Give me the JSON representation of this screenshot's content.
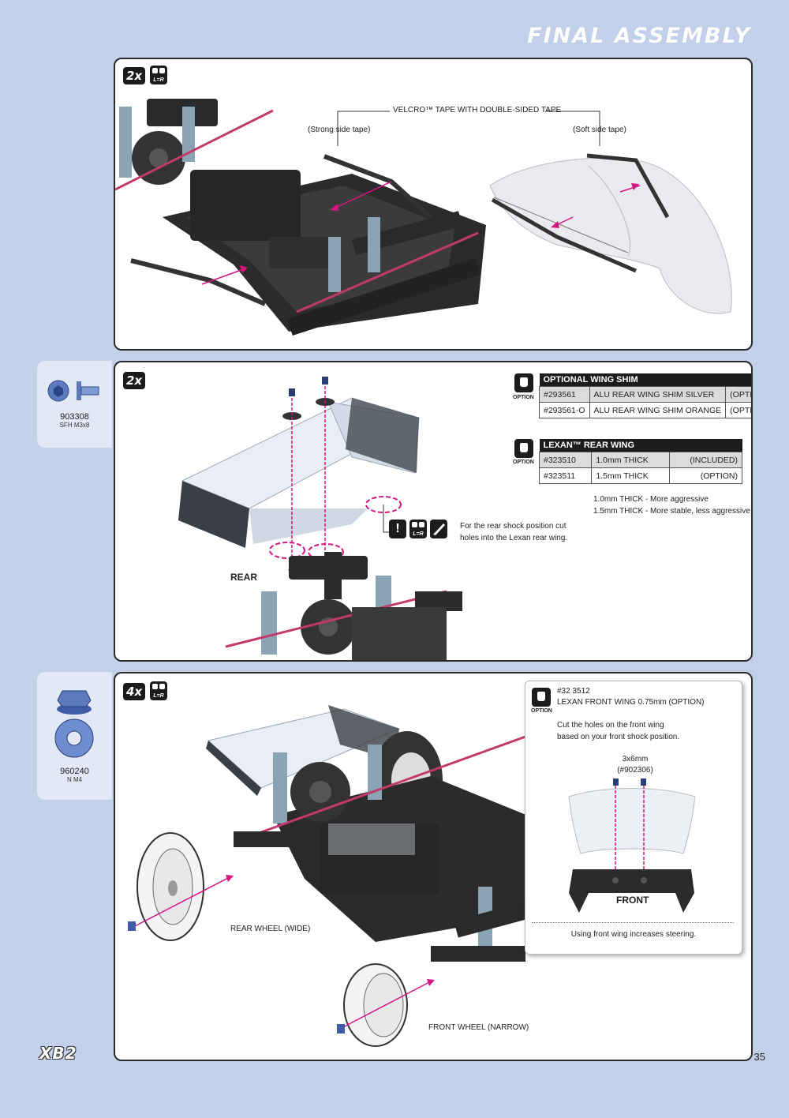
{
  "header": {
    "title": "FINAL ASSEMBLY"
  },
  "step1": {
    "count_badge": "2x",
    "lr_label": "L=R",
    "tape_title": "VELCRO™ TAPE WITH DOUBLE-SIDED TAPE",
    "strong_label": "(Strong side tape)",
    "soft_label": "(Soft side tape)"
  },
  "step2": {
    "part": {
      "code": "903308",
      "desc": "SFH M3x8"
    },
    "count_badge": "2x",
    "option_word": "OPTION",
    "wing_shim_table": {
      "title": "OPTIONAL WING SHIM",
      "rows": [
        {
          "code": "#293561",
          "desc": "ALU REAR WING SHIM SILVER",
          "status": "(OPTION)"
        },
        {
          "code": "#293561-O",
          "desc": "ALU REAR WING SHIM ORANGE",
          "status": "(OPTION)"
        }
      ]
    },
    "rear_wing_table": {
      "title": "LEXAN™ REAR WING",
      "rows": [
        {
          "code": "#323510",
          "desc": "1.0mm THICK",
          "status": "(INCLUDED)"
        },
        {
          "code": "#323511",
          "desc": "1.5mm THICK",
          "status": "(OPTION)"
        }
      ]
    },
    "thickness_notes": [
      "1.0mm THICK - More aggressive",
      "1.5mm THICK - More stable, less aggressive"
    ],
    "cut_note": [
      "For the rear shock position cut",
      "holes into the Lexan rear wing."
    ],
    "lr_label": "L=R",
    "rear_label": "REAR"
  },
  "step3": {
    "part": {
      "code": "960240",
      "desc": "N M4"
    },
    "count_badge": "4x",
    "lr_label": "L=R",
    "rear_wheel_label": "REAR WHEEL (WIDE)",
    "front_wheel_label": "FRONT WHEEL (NARROW)",
    "option_box": {
      "option_word": "OPTION",
      "part_code": "#32 3512",
      "part_name": "LEXAN FRONT WING 0.75mm (OPTION)",
      "instruction": [
        "Cut the holes on the front wing",
        "based on your front shock position."
      ],
      "screw_size": "3x6mm",
      "screw_code": "(#902306)",
      "front_label": "FRONT",
      "footer": "Using front wing increases steering."
    }
  },
  "footer": {
    "logo": "XB2",
    "page_number": "35"
  },
  "colors": {
    "background": "#c3d0ea",
    "panel_border": "#2a2a2a",
    "accent_pink": "#d6157f",
    "dark_part": "#2b2b2b"
  }
}
